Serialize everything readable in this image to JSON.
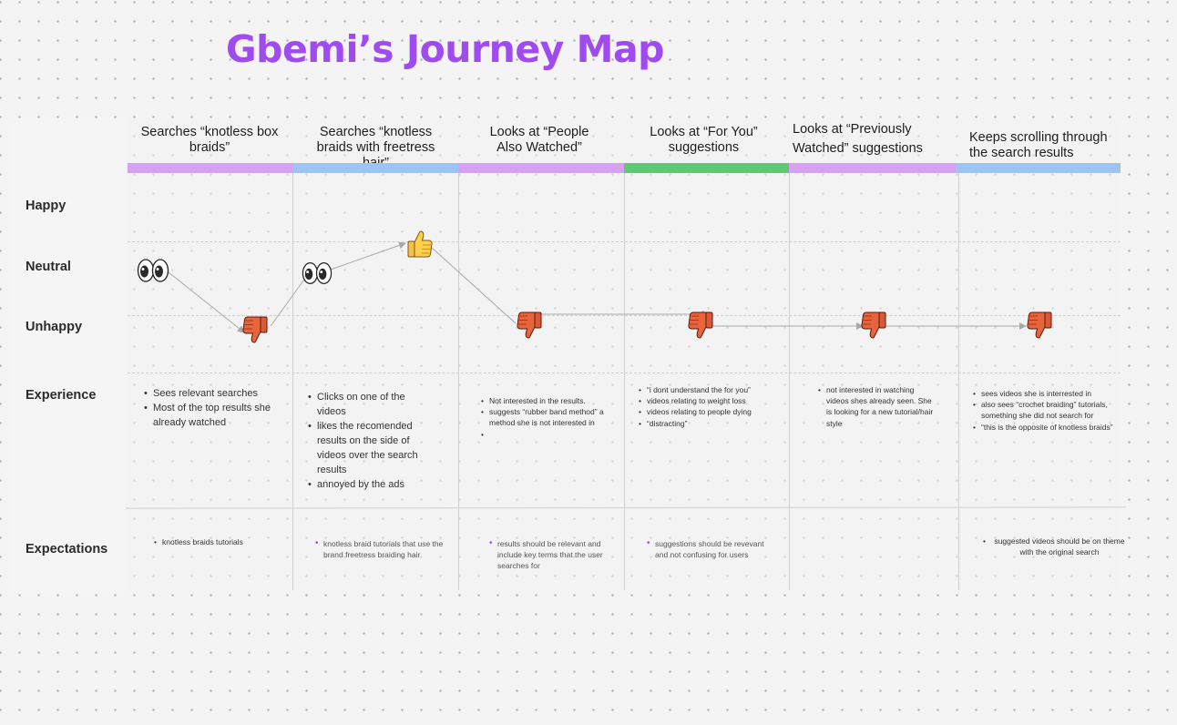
{
  "title": "Gbemi’s Journey Map",
  "rows": {
    "happy": "Happy",
    "neutral": "Neutral",
    "unhappy": "Unhappy",
    "experience": "Experience",
    "expectations": "Expectations"
  },
  "stages": [
    {
      "title": "Searches “knotless box braids”",
      "color": "#d7a0f5"
    },
    {
      "title": "Searches “knotless braids with freetress hair”",
      "color": "#9cc4f5"
    },
    {
      "title": "Looks at “People Also Watched”",
      "color": "#d7a0f5"
    },
    {
      "title": "Looks at “For You” suggestions",
      "color": "#5ec974"
    },
    {
      "title": "Looks at “Previously Watched” suggestions",
      "color": "#d7a0f5"
    },
    {
      "title": "Keeps scrolling through the search results",
      "color": "#9cc4f5"
    }
  ],
  "emotions": [
    {
      "stage": 1,
      "mood": "neutral",
      "icon": "eyes-icon"
    },
    {
      "stage": 1,
      "mood": "unhappy",
      "icon": "thumbs-down-icon"
    },
    {
      "stage": 2,
      "mood": "neutral",
      "icon": "eyes-icon"
    },
    {
      "stage": 2,
      "mood": "neutral",
      "icon": "thumbs-up-icon"
    },
    {
      "stage": 3,
      "mood": "unhappy",
      "icon": "thumbs-down-icon"
    },
    {
      "stage": 4,
      "mood": "unhappy",
      "icon": "thumbs-down-icon"
    },
    {
      "stage": 5,
      "mood": "unhappy",
      "icon": "thumbs-down-icon"
    },
    {
      "stage": 6,
      "mood": "unhappy",
      "icon": "thumbs-down-icon"
    }
  ],
  "experience": [
    [
      "Sees relevant searches",
      "Most of the top results she already watched"
    ],
    [
      "Clicks on one of the videos",
      "likes the recomended results on the side of videos over the search results",
      "annoyed by the ads"
    ],
    [
      "Not interested in the results.",
      "suggests “rubber band method” a method she is not interested in",
      ""
    ],
    [
      "“i dont understand the for you”",
      "videos relating to weight loss",
      "videos relating to people dying",
      "“distracting”"
    ],
    [
      "not interested in watching videos shes already seen. She is looking for a new tutorial/hair style"
    ],
    [
      "sees videos she is interrested in",
      "also sees “crochet braiding” tutorials, something she did not search for",
      "“this is the opposite of knotless braids”"
    ]
  ],
  "expectations": [
    [
      "knotless braids tutorials"
    ],
    [
      "knotless braid tutorials that use the brand freetress braiding hair"
    ],
    [
      "results should be relevant and include key terms that the user searches for"
    ],
    [
      "suggestions should be revevant and not confusing for users"
    ],
    [],
    [
      "suggested videos should be on theme with the original search"
    ]
  ]
}
